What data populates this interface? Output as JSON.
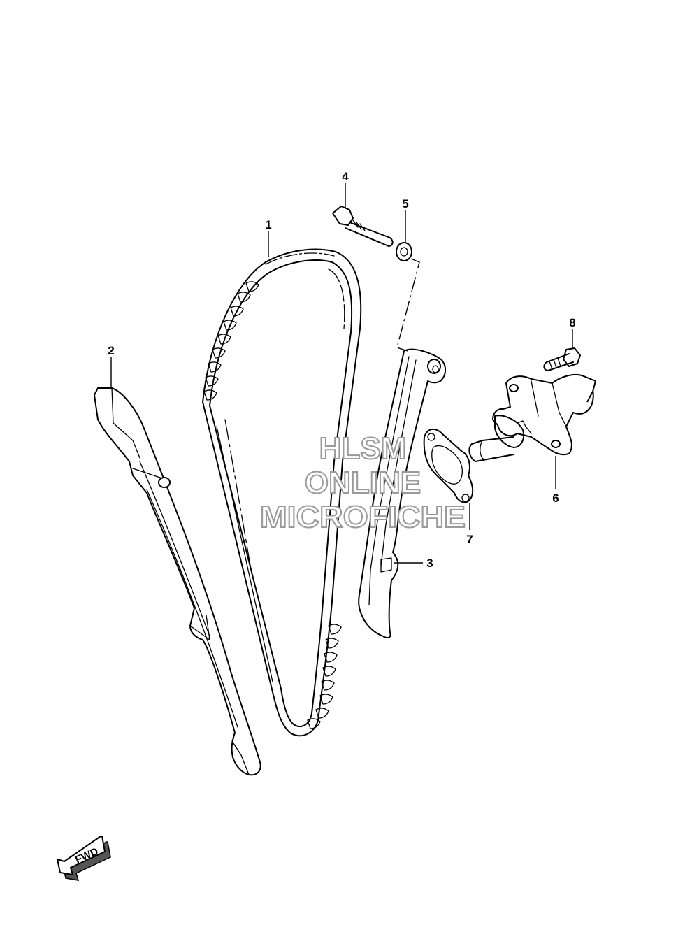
{
  "callouts": {
    "c1": "1",
    "c2": "2",
    "c3": "3",
    "c4": "4",
    "c5": "5",
    "c6": "6",
    "c7": "7",
    "c8": "8"
  },
  "watermark": {
    "line1": "HLSM",
    "line2": "ONLINE",
    "line3": "MICROFICHE"
  },
  "fwd_label": "FWD",
  "colors": {
    "line": "#000000",
    "background": "#ffffff",
    "watermark_outline": "#9a9a9a"
  }
}
